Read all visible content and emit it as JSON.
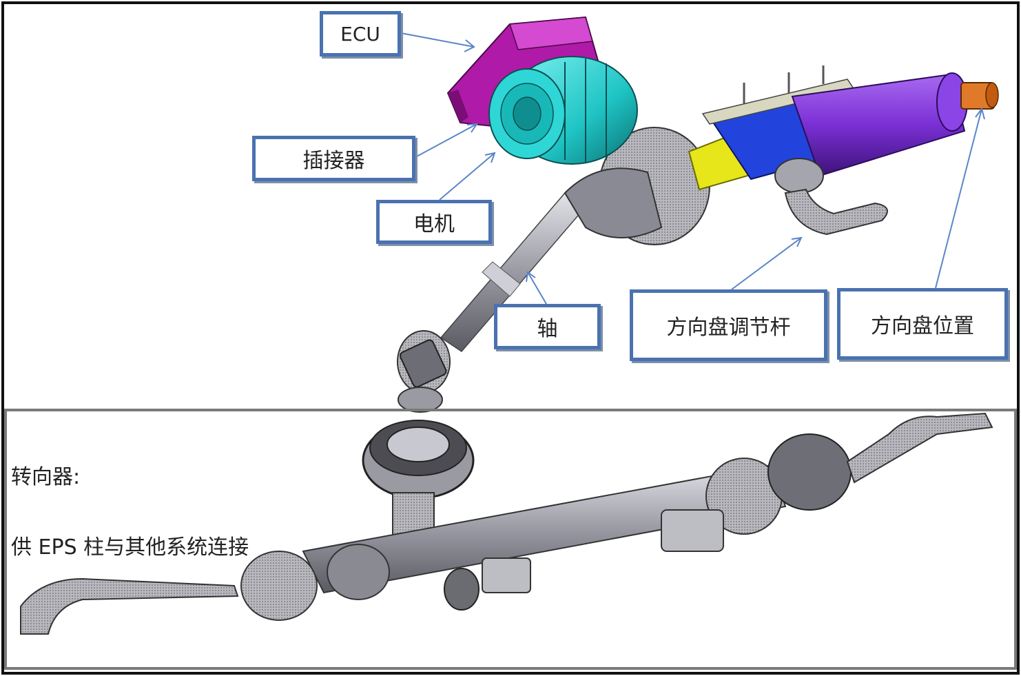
{
  "labels": {
    "ecu": "ECU",
    "connector": "插接器",
    "motor": "电机",
    "shaft": "轴",
    "adjust_lever": "方向盘调节杆",
    "wheel_position": "方向盘位置"
  },
  "steering_gear": {
    "title": "转向器:",
    "description": "供 EPS 柱与其他系统连接"
  },
  "colors": {
    "label_border": "#4a72b0",
    "ecu": "#b01aa8",
    "motor": "#1fc4c4",
    "yellow_part": "#e6e61a",
    "blue_part": "#2244dd",
    "purple_tube": "#7a2fd4",
    "steel": "#8f8f99"
  }
}
